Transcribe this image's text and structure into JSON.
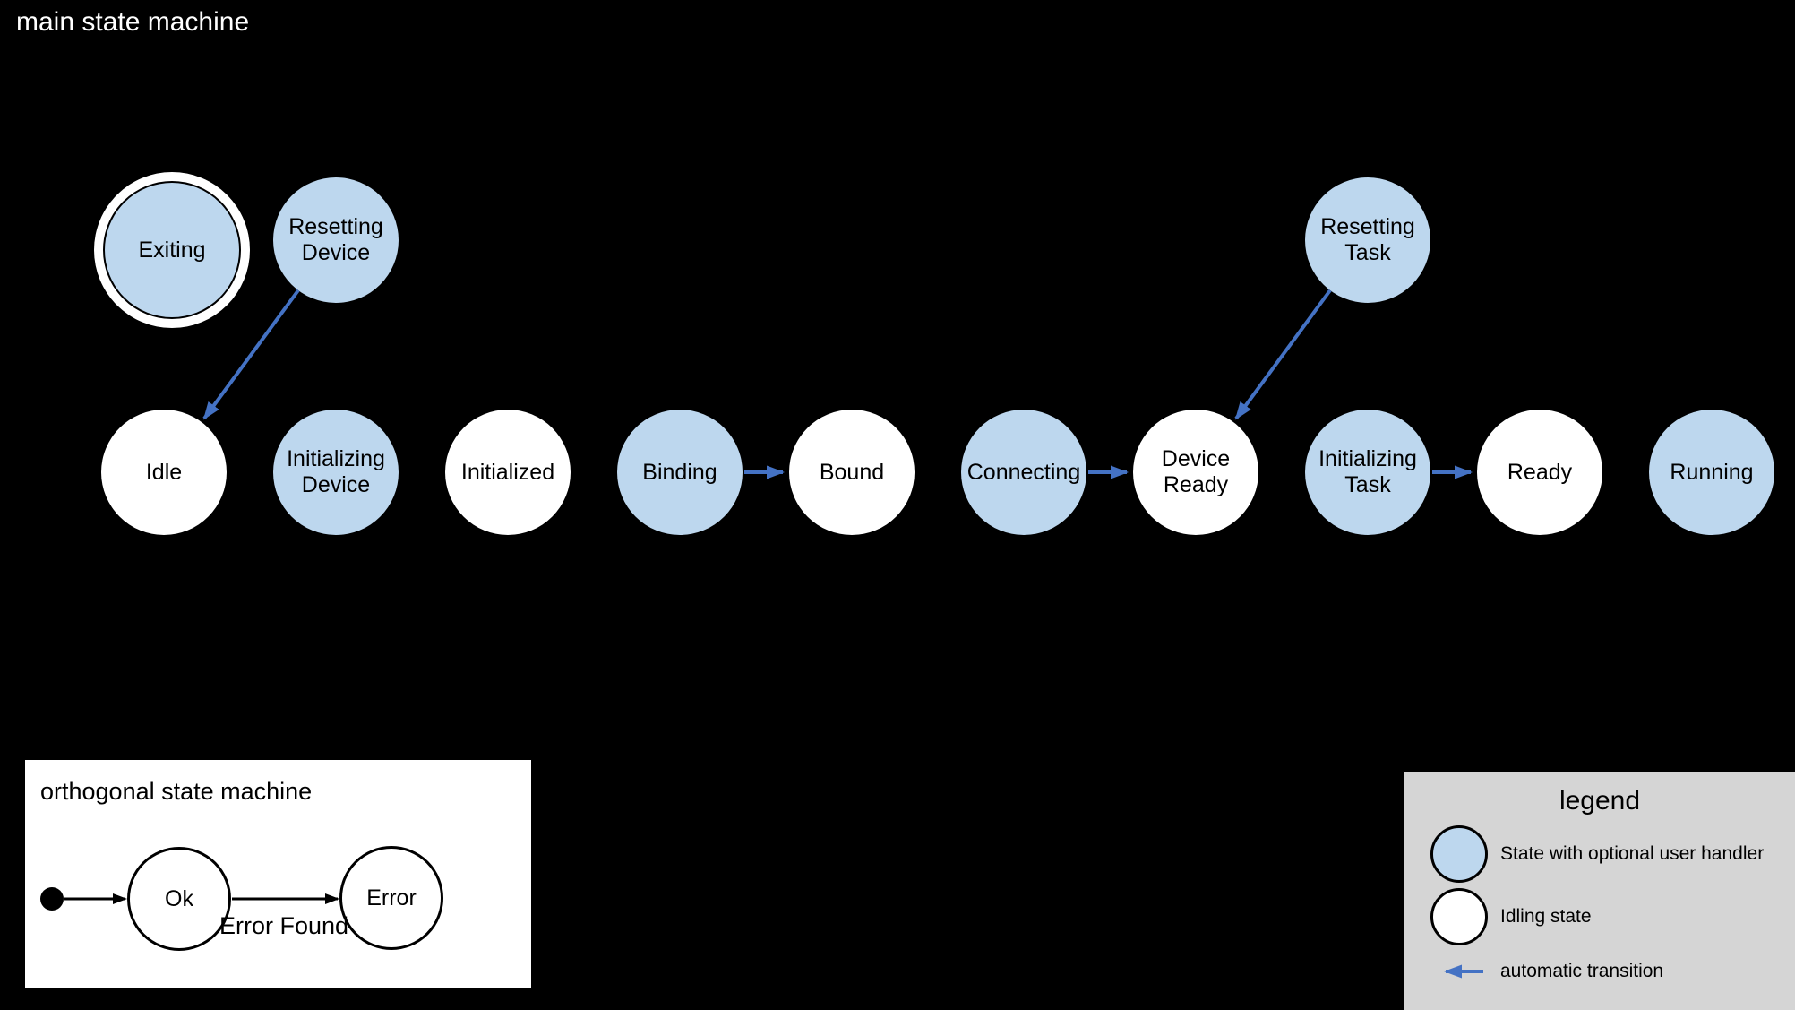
{
  "main_machine": {
    "title": "main state machine",
    "states": [
      {
        "id": "exiting",
        "label": "Exiting",
        "kind": "final state with optional user handler"
      },
      {
        "id": "resetting-device",
        "label": "Resetting Device",
        "kind": "state with optional user handler"
      },
      {
        "id": "resetting-task",
        "label": "Resetting Task",
        "kind": "state with optional user handler"
      },
      {
        "id": "idle",
        "label": "Idle",
        "kind": "idling state"
      },
      {
        "id": "initializing-device",
        "label": "Initializing Device",
        "kind": "state with optional user handler"
      },
      {
        "id": "initialized",
        "label": "Initialized",
        "kind": "idling state"
      },
      {
        "id": "binding",
        "label": "Binding",
        "kind": "state with optional user handler"
      },
      {
        "id": "bound",
        "label": "Bound",
        "kind": "idling state"
      },
      {
        "id": "connecting",
        "label": "Connecting",
        "kind": "state with optional user handler"
      },
      {
        "id": "device-ready",
        "label": "Device Ready",
        "kind": "idling state"
      },
      {
        "id": "initializing-task",
        "label": "Initializing Task",
        "kind": "state with optional user handler"
      },
      {
        "id": "ready",
        "label": "Ready",
        "kind": "idling state"
      },
      {
        "id": "running",
        "label": "Running",
        "kind": "state with optional user handler"
      }
    ],
    "transitions": [
      {
        "from": "Resetting Device",
        "to": "Idle",
        "type": "automatic"
      },
      {
        "from": "Resetting Task",
        "to": "Device Ready",
        "type": "automatic"
      },
      {
        "from": "Binding",
        "to": "Bound",
        "type": "automatic"
      },
      {
        "from": "Connecting",
        "to": "Device Ready",
        "type": "automatic"
      },
      {
        "from": "Initializing Task",
        "to": "Ready",
        "type": "automatic"
      }
    ]
  },
  "orthogonal_machine": {
    "title": "orthogonal state machine",
    "states": [
      {
        "id": "ok",
        "label": "Ok"
      },
      {
        "id": "error",
        "label": "Error"
      }
    ],
    "transitions": [
      {
        "from": "initial",
        "to": "Ok",
        "label": ""
      },
      {
        "from": "Ok",
        "to": "Error",
        "label": "Error Found"
      }
    ]
  },
  "legend": {
    "title": "legend",
    "items": [
      {
        "swatch": "state-with-user-handler-circle",
        "label": "State with optional user handler"
      },
      {
        "swatch": "idling-state-circle",
        "label": "Idling state"
      },
      {
        "swatch": "automatic-transition-arrow",
        "label": "automatic transition"
      }
    ]
  },
  "colors": {
    "background": "#000000",
    "user_handler_state": "#bdd7ee",
    "idling_state": "#ffffff",
    "automatic_transition": "#4472c4",
    "legend_background": "#d5d5d5",
    "state_label": "#000000"
  }
}
